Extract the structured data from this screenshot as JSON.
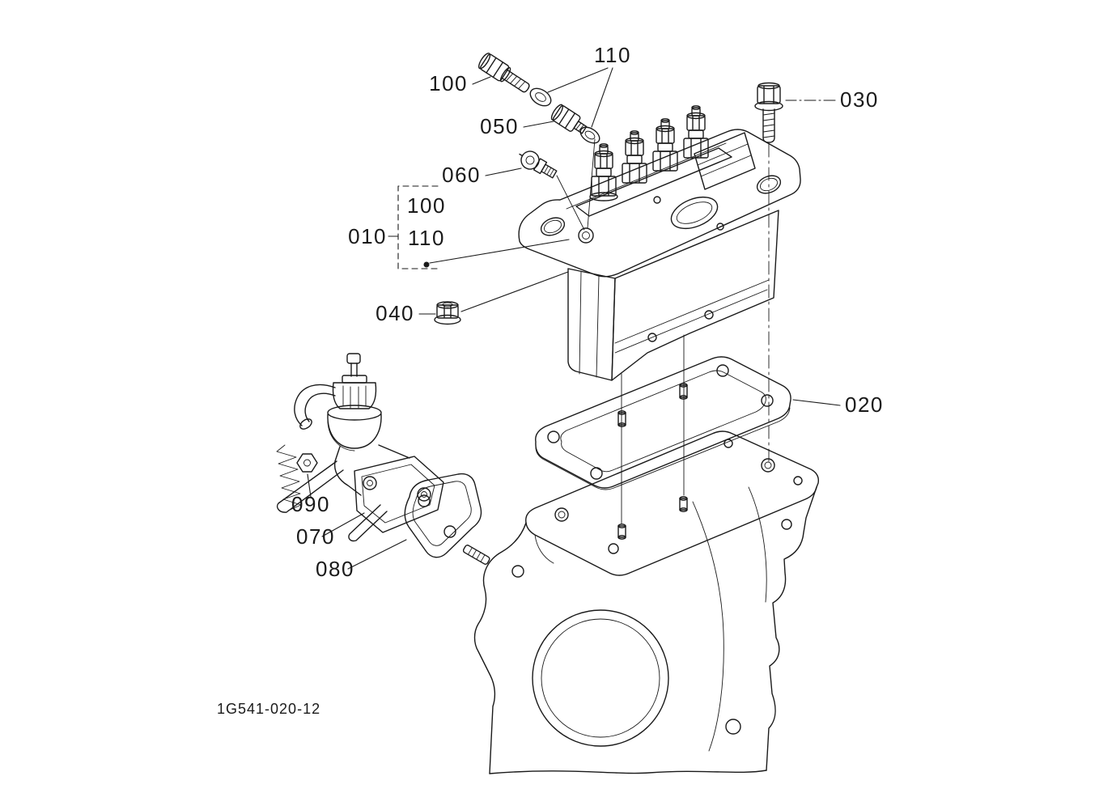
{
  "diagram": {
    "drawing_number": "1G541-020-12",
    "callouts": [
      "110",
      "100",
      "050",
      "030",
      "060",
      "100",
      "010",
      "110",
      "040",
      "020",
      "090",
      "070",
      "080"
    ],
    "colors": {
      "ink": "#1a1a1a",
      "background": "#ffffff"
    }
  }
}
